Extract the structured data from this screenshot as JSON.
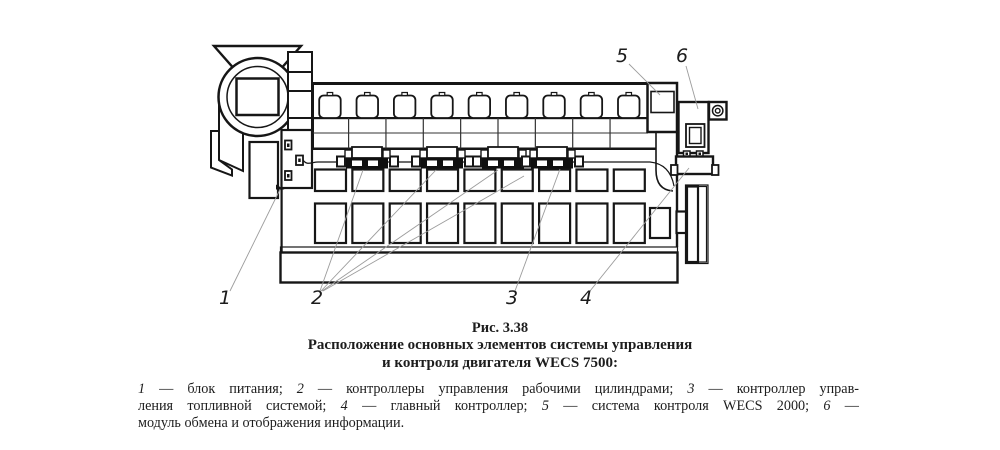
{
  "figure": {
    "label": "Рис. 3.38",
    "title1": "Расположение основных элементов системы управления",
    "title2": "и контроля двигателя WECS 7500:"
  },
  "callouts": {
    "n1": "1",
    "n2": "2",
    "n3": "3",
    "n4": "4",
    "n5": "5",
    "n6": "6"
  },
  "legend": {
    "l1": {
      "n1": "1",
      "t1": " — блок питания; ",
      "n2": "2",
      "t2": " — контроллеры управления рабочими цилиндрами; ",
      "n3": "3",
      "t3": " — контроллер управ-"
    },
    "l2": {
      "t0": "ления топливной системой; ",
      "n4": "4",
      "t4": " — главный контроллер; ",
      "n5": "5",
      "t5": " — система контроля WECS 2000; ",
      "n6": "6",
      "t6": " —"
    },
    "l3": {
      "t0": "модуль обмена и отображения информации."
    }
  },
  "colors": {
    "line": "#161616",
    "leader": "#9c9c9c",
    "panel_inner": "#9e9e9e"
  }
}
